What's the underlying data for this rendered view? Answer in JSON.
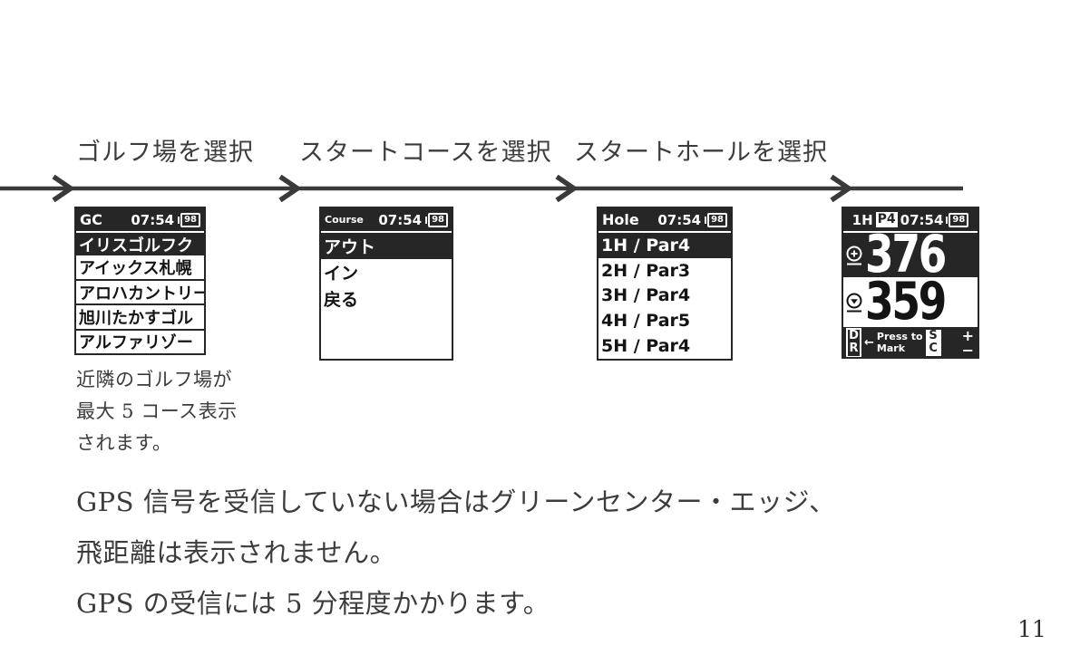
{
  "doc": {
    "step_labels": [
      "ゴルフ場を選択",
      "スタートコースを選択",
      "スタートホールを選択"
    ],
    "caption_lines": [
      "近隣のゴルフ場が",
      "最大 5 コース表示",
      "されます。"
    ],
    "note_lines": [
      "GPS 信号を受信していない場合はグリーンセンター・エッジ、",
      "飛距離は表示されません。",
      "GPS の受信には 5 分程度かかります。"
    ],
    "page_number": "11"
  },
  "screens": {
    "golf_course": {
      "title": "GC",
      "time": "07:54",
      "battery": "98",
      "selected_index": 0,
      "items": [
        "イリスゴルフク",
        "アイックス札幌",
        "アロハカントリー",
        "旭川たかすゴル",
        "アルファリゾー"
      ]
    },
    "course": {
      "title": "Course",
      "time": "07:54",
      "battery": "98",
      "selected_index": 0,
      "items": [
        "アウト",
        "イン",
        "戻る"
      ]
    },
    "hole": {
      "title": "Hole",
      "time": "07:54",
      "battery": "98",
      "selected_index": 0,
      "items": [
        "1H / Par4",
        "2H / Par3",
        "3H / Par4",
        "4H / Par5",
        "5H / Par4"
      ]
    },
    "distance": {
      "hole": "1H",
      "par": "P4",
      "time": "07:54",
      "battery": "98",
      "green_center": "376",
      "green_front": "359",
      "buttons": {
        "dr_top": "D",
        "dr_bottom": "R",
        "back_arrow": "←",
        "press_line1": "Press to",
        "press_line2": "Mark",
        "sc_top": "S",
        "sc_bottom": "C",
        "plus": "+",
        "minus": "−"
      }
    }
  },
  "colors": {
    "ink": "#3c3c3c",
    "screen_black": "#262626"
  }
}
